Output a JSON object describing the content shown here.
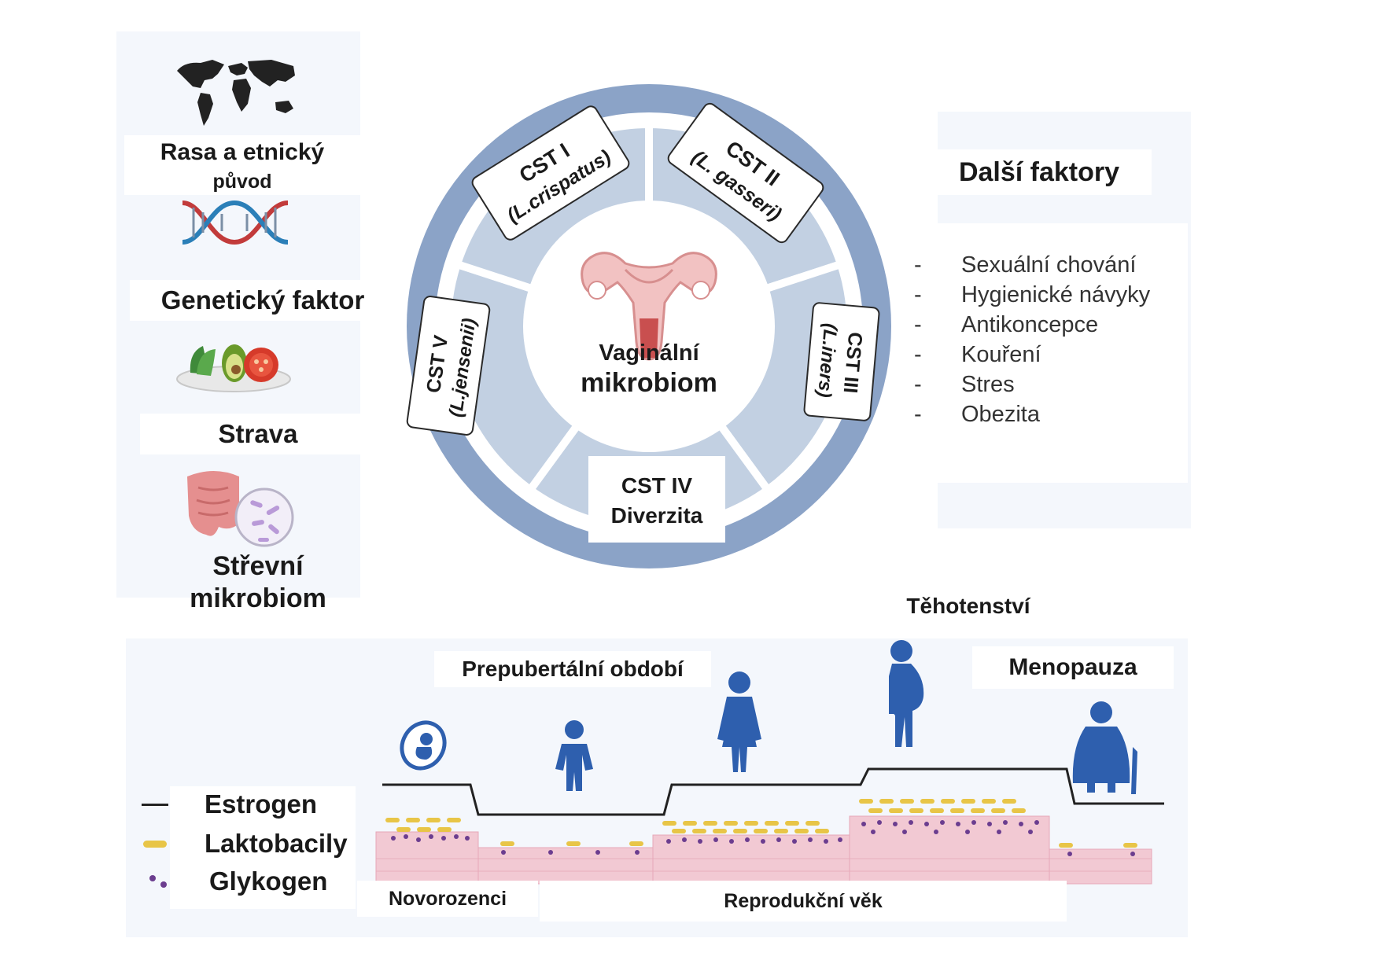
{
  "left_factors": {
    "race": "Rasa a etnický",
    "race_line2": "původ",
    "genetic": "Genetický faktor",
    "diet": "Strava",
    "gut": "Střevní",
    "gut_line2": "mikrobiom"
  },
  "center": {
    "line1": "Vaginální",
    "line2": "mikrobiom",
    "cst1_a": "CST I",
    "cst1_b": "(L.crispatus)",
    "cst2_a": "CST II",
    "cst2_b": "(L. gasseri)",
    "cst3_a": "CST III",
    "cst3_b": "(L.iners)",
    "cst4_a": "CST IV",
    "cst4_b": "Diverzita",
    "cst5_a": "CST V",
    "cst5_b": "(L.jensenii)"
  },
  "right": {
    "title": "Další faktory",
    "items": [
      "Sexuální chování",
      "Hygienické návyky",
      "Antikoncepce",
      "Kouření",
      "Stres",
      "Obezita"
    ]
  },
  "life_stages": {
    "prepubertal": "Prepubertální období",
    "pregnancy": "Těhotenství",
    "menopause": "Menopauza",
    "newborns": "Novorozenci",
    "reproductive": "Reprodukční věk"
  },
  "legend": {
    "estrogen": "Estrogen",
    "lactobacilli": "Laktobacily",
    "glycogen": "Glykogen"
  },
  "colors": {
    "ring": "#8ba3c7",
    "segment": "#c2d0e2",
    "figure": "#2e5fae",
    "epithelium": "#f2c9d3",
    "lactobacilli": "#e8c547",
    "glycogen": "#6b3d8f"
  }
}
